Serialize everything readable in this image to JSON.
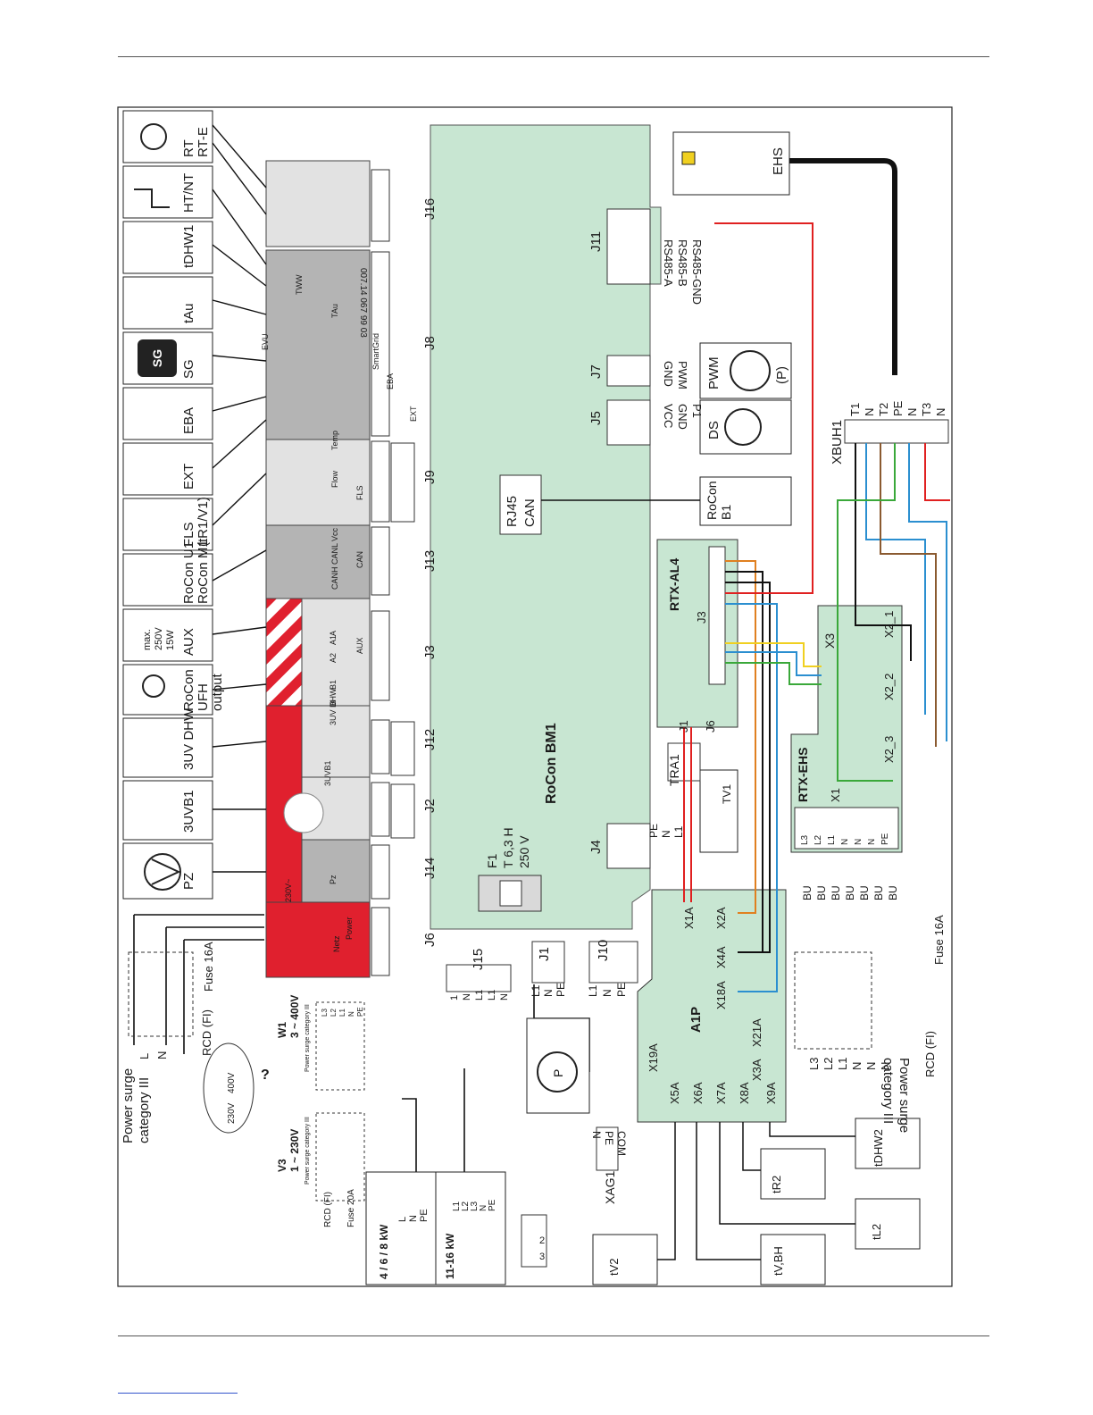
{
  "board": {
    "name": "RoCon BM1",
    "part_no": "007.14 067 99 03",
    "rj45": [
      "RJ45",
      "CAN"
    ],
    "fuse": [
      "F1",
      "T 6,3 H",
      "250 V"
    ]
  },
  "terminals": [
    "J16",
    "J8",
    "J9",
    "J13",
    "J3",
    "J12",
    "J2",
    "J14",
    "J6",
    "J15",
    "J1",
    "J10",
    "J4",
    "J5",
    "J7",
    "J11"
  ],
  "left_devices": [
    {
      "id": "rt",
      "lines": [
        "RT",
        "RT-E"
      ]
    },
    {
      "id": "htnt",
      "lines": [
        "HT/NT"
      ]
    },
    {
      "id": "tdhw1",
      "lines": [
        "tDHW1"
      ]
    },
    {
      "id": "tau",
      "lines": [
        "tAu"
      ]
    },
    {
      "id": "sg",
      "lines": [
        "SG"
      ]
    },
    {
      "id": "eba",
      "lines": [
        "EBA"
      ]
    },
    {
      "id": "ext",
      "lines": [
        "EXT"
      ]
    },
    {
      "id": "fls",
      "lines": [
        "FLS",
        "(tR1/V1)"
      ]
    },
    {
      "id": "rocon-u1",
      "lines": [
        "RoCon U1",
        "RoCon M1"
      ]
    },
    {
      "id": "aux",
      "lines": [
        "AUX"
      ]
    },
    {
      "id": "rocon-ufh",
      "lines": [
        "RoCon",
        "UFH",
        "output"
      ]
    },
    {
      "id": "3uv-dhw",
      "lines": [
        "3UV DHW"
      ]
    },
    {
      "id": "3uvb1",
      "lines": [
        "3UVB1"
      ]
    },
    {
      "id": "pz",
      "lines": [
        "PZ"
      ]
    }
  ],
  "strip_labels": [
    "EVU",
    "TWW",
    "TAu",
    "SmartGrid",
    "EBA",
    "EXT",
    "Temp",
    "Flow",
    "FLS",
    "Vcc",
    "CANL",
    "CANH",
    "CAN",
    "A",
    "A1",
    "A2",
    "AUX",
    "B1",
    "B",
    "3UV DHW",
    "3UVB1",
    "230V~",
    "Pz",
    "Netz",
    "Power"
  ],
  "aux_box": [
    "max.",
    "250V",
    "15W"
  ],
  "right_labels": {
    "ehs": "EHS",
    "rs485": [
      "RS485-A",
      "RS485-B",
      "RS485-GND"
    ],
    "pwm_pins": [
      "GND",
      "PWM"
    ],
    "pwm_pump": [
      "PWM",
      "(P)"
    ],
    "ds_pins": [
      "VCC",
      "GND",
      "P1"
    ],
    "ds": "DS",
    "rocon_b1": [
      "RoCon",
      "B1"
    ],
    "xbuh1": "XBUH1",
    "xbuh1_pins": [
      "T1",
      "N",
      "T2",
      "PE",
      "N",
      "T3",
      "N"
    ],
    "rtx_al4": "RTX-AL4",
    "j3_small": "J3",
    "j1_small": "J1",
    "j6_small": "J6",
    "x3": "X3",
    "x2_labels": [
      "X2_1",
      "X2_2",
      "X2_3"
    ],
    "rtx_ehs": "RTX-EHS",
    "x1": "X1",
    "x1_pins": [
      "L3",
      "L2",
      "L1",
      "N",
      "N",
      "N",
      "PE"
    ],
    "tra1": "TRA1",
    "tv1": "TV1",
    "a1p": "A1P",
    "a1p_terms": [
      "X1A",
      "X2A",
      "X4A",
      "X18A",
      "X21A",
      "X3A",
      "X9A",
      "X8A",
      "X7A",
      "X6A",
      "X5A",
      "X19A"
    ],
    "bu": [
      "BU",
      "BU",
      "BU",
      "BU",
      "BU",
      "BU",
      "BU"
    ],
    "mains_right": [
      "L3",
      "L2",
      "L1",
      "N",
      "N",
      "N"
    ],
    "rcd_right": "RCD (FI)",
    "fuse_right": "Fuse 16A",
    "surge_right": [
      "Power surge",
      "category III"
    ],
    "sensors": [
      "tDHW2",
      "tR2",
      "tL2",
      "tV,BH",
      "tV2"
    ]
  },
  "bottom_left": {
    "surge": [
      "Power surge",
      "category III"
    ],
    "mains": [
      "L",
      "N"
    ],
    "rcd": "RCD (FI)",
    "fuse": "Fuse 16A",
    "j15_pins": [
      "1",
      "N",
      "L1",
      "L1",
      "N"
    ],
    "j1_pins": [
      "L1",
      "N",
      "PE"
    ],
    "j10_pins": [
      "L1",
      "N",
      "PE"
    ],
    "j4_pins": [
      "PE",
      "N",
      "L1"
    ],
    "pump": "P",
    "w1": [
      "W1",
      "3 ~ 400V"
    ],
    "v3": [
      "V3",
      "1 ~ 230V"
    ],
    "cloud": [
      "230V",
      "400V",
      "?"
    ],
    "l3_pins": [
      "L3",
      "L2",
      "L1",
      "N",
      "PE"
    ],
    "surge_small": "Power surge category III",
    "rcd_small": "RCD (FI)",
    "fuse20": "Fuse 20A",
    "kw_small": "4 / 6 / 8 kW",
    "kw_small_pins": [
      "L",
      "N",
      "PE"
    ],
    "kw_large": "11-16 kW",
    "kw_large_pins": [
      "L1",
      "L2",
      "L3",
      "N",
      "PE"
    ],
    "xag1": "XAG1",
    "xag1_pins": [
      "N",
      "PE",
      "COM"
    ],
    "three_block": [
      "2",
      "3"
    ]
  },
  "colors": {
    "board": "#c8e6d2",
    "strip_gray": "#b4b4b4",
    "strip_light": "#e2e2e2",
    "red": "#e0202e",
    "wire_red": "#e02020",
    "wire_blue": "#2b8fd0",
    "wire_green": "#3aa83a",
    "wire_orange": "#e08020",
    "wire_brown": "#8a5a30",
    "wire_yellow": "#f0d020"
  }
}
